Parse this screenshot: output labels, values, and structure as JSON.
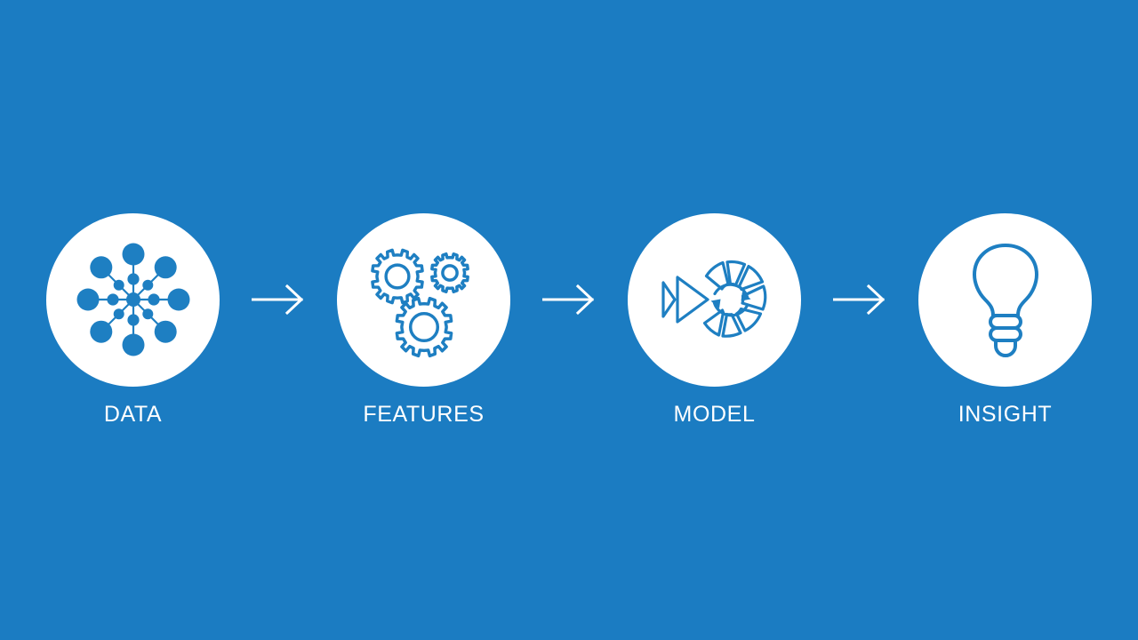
{
  "theme": {
    "background_color": "#1b7cc2",
    "disc_color": "#ffffff",
    "icon_color": "#1e7fc2",
    "label_color": "#ffffff",
    "arrow_color": "#ffffff"
  },
  "diagram": {
    "type": "process-flow",
    "title": "",
    "orientation": "horizontal",
    "stage_count": 4,
    "connector_count": 3,
    "stages": [
      {
        "id": "data",
        "label": "DATA",
        "icon": "network-hub-icon",
        "icon_description": "central hub node with eight radiating spokes, each ending in a small inner node and a large outer node"
      },
      {
        "id": "features",
        "label": "FEATURES",
        "icon": "gears-icon",
        "icon_description": "three outlined cogwheels of differing sizes"
      },
      {
        "id": "model",
        "label": "MODEL",
        "icon": "model-process-icon",
        "icon_description": "play triangles feeding a circular refresh arrow surrounded by segmented ring petals"
      },
      {
        "id": "insight",
        "label": "INSIGHT",
        "icon": "lightbulb-icon",
        "icon_description": "outlined light bulb with screw base bands"
      }
    ],
    "connectors": [
      {
        "id": "data-to-features",
        "icon": "arrow-right-icon"
      },
      {
        "id": "features-to-model",
        "icon": "arrow-right-icon"
      },
      {
        "id": "model-to-insight",
        "icon": "arrow-right-icon"
      }
    ]
  }
}
